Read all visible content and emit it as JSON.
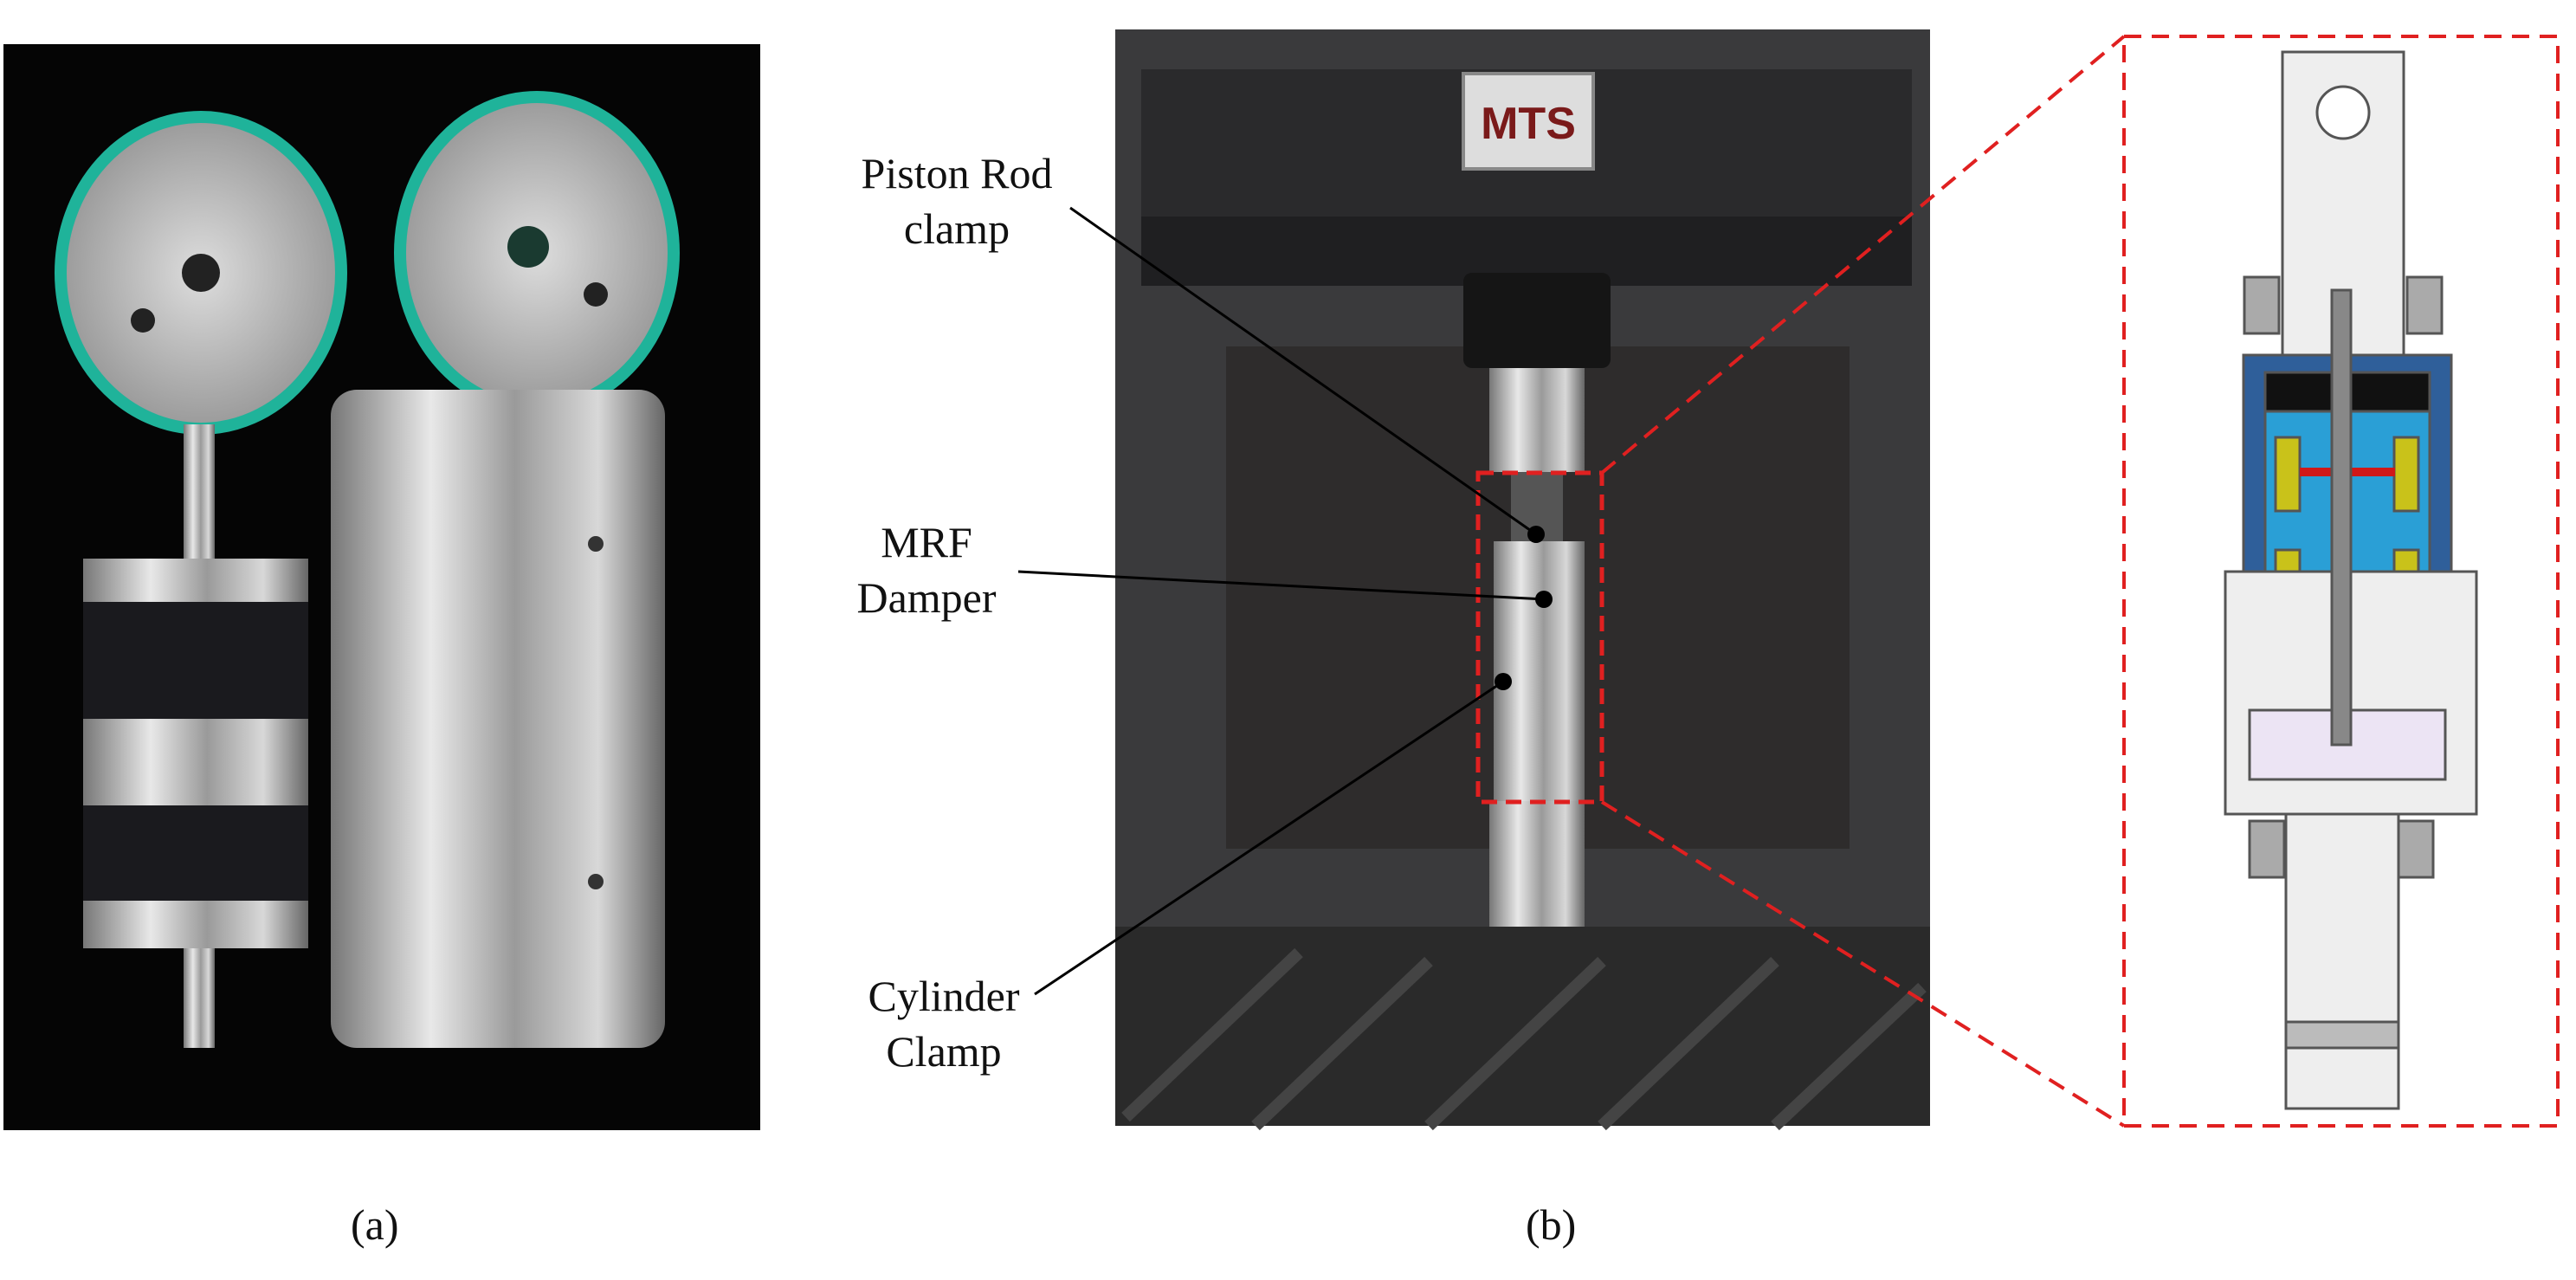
{
  "labels": {
    "piston_rod_clamp": [
      "Piston Rod",
      "clamp"
    ],
    "mrf_damper": [
      "MRF",
      "Damper"
    ],
    "cylinder_clamp": [
      "Cylinder",
      "Clamp"
    ]
  },
  "captions": {
    "a": "(a)",
    "b": "(b)"
  },
  "logo_text": "MTS",
  "colors": {
    "seal_green": "#1fb39a",
    "dashed_red": "#e02020",
    "damper_blue": "#2a9fd6",
    "coil_yellow": "#c9c21a",
    "housing_blue": "#2f5f9a"
  }
}
